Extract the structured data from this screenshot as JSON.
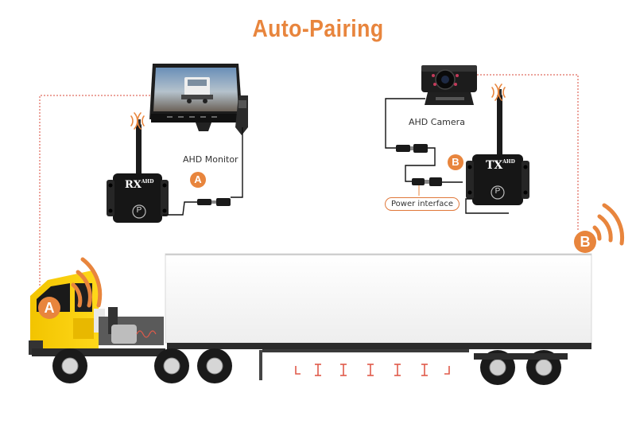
{
  "title": "Auto-Pairing",
  "accent_color": "#e8853d",
  "labels": {
    "monitor": "AHD Monitor",
    "camera": "AHD Camera",
    "power": "Power interface"
  },
  "receiver": {
    "brand": "RX",
    "sub": "AHD",
    "button": "P"
  },
  "transmitter": {
    "brand": "TX",
    "sub": "AHD",
    "button": "P"
  },
  "badges": {
    "a": "A",
    "b": "B"
  },
  "icons": [
    "wifi-signal-icon",
    "pairing-button-icon",
    "antenna-icon"
  ]
}
